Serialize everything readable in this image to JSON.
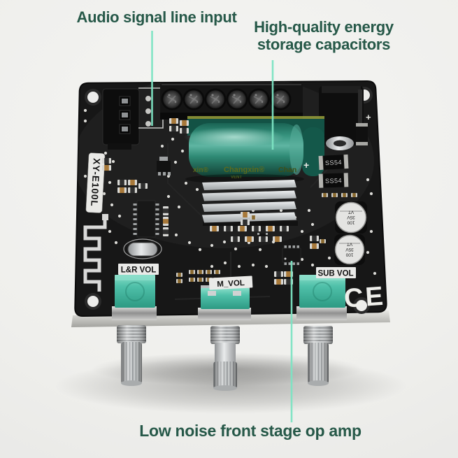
{
  "annotations": {
    "audio_input": "Audio signal line input",
    "capacitors_line1": "High-quality energy",
    "capacitors_line2": "storage capacitors",
    "op_amp": "Low noise front stage op amp"
  },
  "board": {
    "model": "XY-E100L",
    "volume_labels": {
      "lr": "L&R VOL",
      "m": "M_VOL",
      "sub": "SUB VOL"
    },
    "cert": "CE",
    "diode": "SS54",
    "cap_brand_left": "xin®",
    "cap_brand_center": "Changxin®",
    "cap_brand_right": "Chan",
    "cap_vent": "VENT",
    "smd_cap": {
      "value": "100",
      "voltage": "35V",
      "code": "VT"
    },
    "plus": "+"
  },
  "colors": {
    "annotation_text": "#265848",
    "callout_line": "#7de4c3",
    "pcb_black": "#171717",
    "capacitor_teal": "#2f8f7a",
    "potentiometer_teal": "#54c4ad",
    "heatsink_silver": "#ccced0",
    "background": "#efefec"
  }
}
